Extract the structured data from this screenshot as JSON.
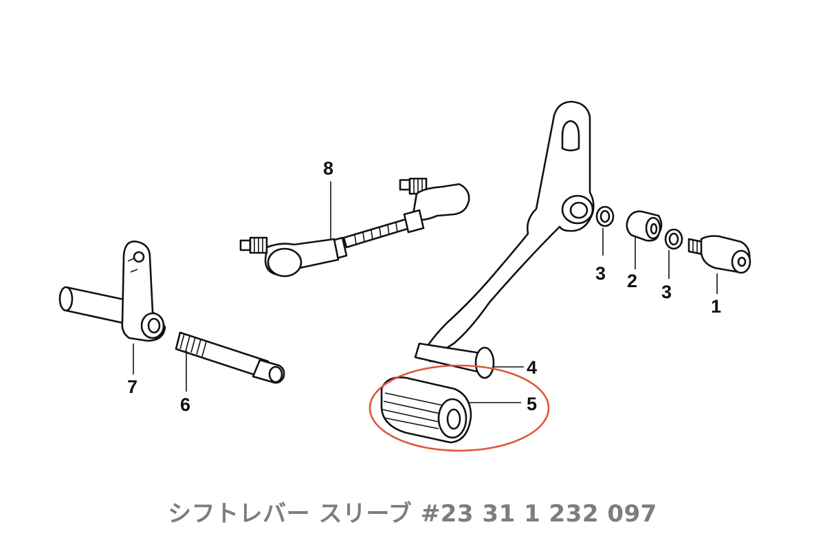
{
  "callouts": {
    "p1": "1",
    "p2": "2",
    "p3a": "3",
    "p3b": "3",
    "p4": "4",
    "p5": "5",
    "p6": "6",
    "p7": "7",
    "p8": "8"
  },
  "highlight_color": "#e0533b",
  "caption": "シフトレバー スリーブ #23 31 1 232 097"
}
